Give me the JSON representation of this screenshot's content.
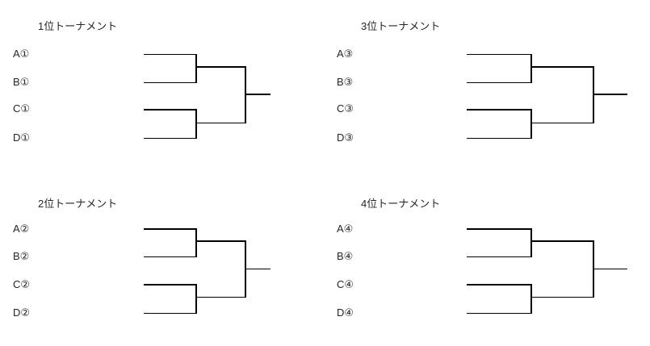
{
  "page": {
    "background": "#ffffff",
    "line_color": "#000000",
    "text_color": "#262626"
  },
  "brackets": [
    {
      "id": "first-place-tournament",
      "title": "1位トーナメント",
      "entrants": [
        "A①",
        "B①",
        "C①",
        "D①"
      ],
      "rounds": 2,
      "position": "top-left"
    },
    {
      "id": "third-place-tournament",
      "title": "3位トーナメント",
      "entrants": [
        "A③",
        "B③",
        "C③",
        "D③"
      ],
      "rounds": 2,
      "position": "top-right"
    },
    {
      "id": "second-place-tournament",
      "title": "2位トーナメント",
      "entrants": [
        "A②",
        "B②",
        "C②",
        "D②"
      ],
      "rounds": 2,
      "position": "bottom-left"
    },
    {
      "id": "fourth-place-tournament",
      "title": "4位トーナメント",
      "entrants": [
        "A④",
        "B④",
        "C④",
        "D④"
      ],
      "rounds": 2,
      "position": "bottom-right"
    }
  ]
}
